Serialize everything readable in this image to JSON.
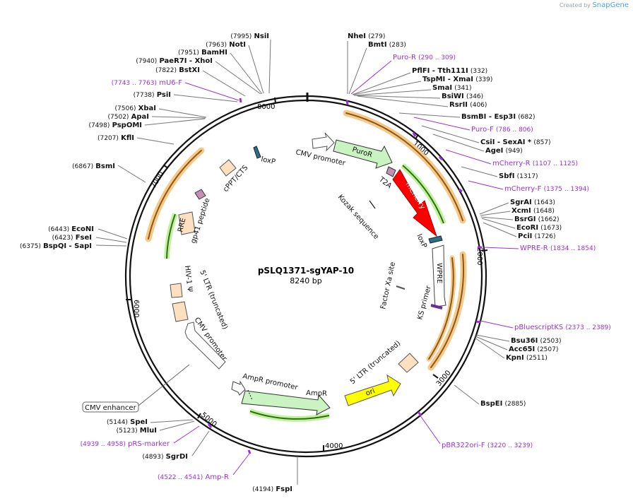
{
  "watermark": {
    "prefix": "Created by",
    "brand": "SnapGene"
  },
  "plasmid": {
    "name": "pSLQ1371-sgYAP-10",
    "size": "8240 bp"
  },
  "tick_labels": [
    "1000",
    "2000",
    "3000",
    "4000",
    "5000",
    "6000",
    "7000",
    "8000"
  ],
  "sites": [
    {
      "id": "nhei",
      "name": "NheI",
      "pos": "(279)",
      "color": "#111111"
    },
    {
      "id": "bmti",
      "name": "BmtI",
      "pos": "(283)",
      "color": "#111111"
    },
    {
      "id": "puror",
      "name": "Puro-R",
      "pos": "(290 .. 309)",
      "color": "#9b30d9"
    },
    {
      "id": "pflfi",
      "name": "PflFI  - Tth111I",
      "pos": "(332)",
      "color": "#111111"
    },
    {
      "id": "tspmi",
      "name": "TspMI  - XmaI",
      "pos": "(339)",
      "color": "#111111"
    },
    {
      "id": "smai",
      "name": "SmaI",
      "pos": "(341)",
      "color": "#111111"
    },
    {
      "id": "bsiwi",
      "name": "BsiWI",
      "pos": "(346)",
      "color": "#111111"
    },
    {
      "id": "rsrii",
      "name": "RsrII",
      "pos": "(406)",
      "color": "#111111"
    },
    {
      "id": "bsmbi",
      "name": "BsmBI  - Esp3I",
      "pos": "(682)",
      "color": "#111111"
    },
    {
      "id": "purof",
      "name": "Puro-F",
      "pos": "(786 .. 806)",
      "color": "#9b30d9"
    },
    {
      "id": "csii",
      "name": "CsiI  - SexAI *",
      "pos": "(857)",
      "color": "#111111"
    },
    {
      "id": "agei",
      "name": "AgeI",
      "pos": "(949)",
      "color": "#111111"
    },
    {
      "id": "mcherryr",
      "name": "mCherry-R",
      "pos": "(1107 .. 1125)",
      "color": "#9b30d9"
    },
    {
      "id": "sbfi",
      "name": "SbfI",
      "pos": "(1317)",
      "color": "#111111"
    },
    {
      "id": "mcherryf",
      "name": "mCherry-F",
      "pos": "(1375 .. 1394)",
      "color": "#9b30d9"
    },
    {
      "id": "sgrai",
      "name": "SgrAI",
      "pos": "(1643)",
      "color": "#111111"
    },
    {
      "id": "xcmi",
      "name": "XcmI",
      "pos": "(1648)",
      "color": "#111111"
    },
    {
      "id": "bsrgi",
      "name": "BsrGI",
      "pos": "(1662)",
      "color": "#111111"
    },
    {
      "id": "ecori",
      "name": "EcoRI",
      "pos": "(1673)",
      "color": "#111111"
    },
    {
      "id": "pcii",
      "name": "PciI",
      "pos": "(1726)",
      "color": "#111111"
    },
    {
      "id": "wprer",
      "name": "WPRE-R",
      "pos": "(1834 .. 1854)",
      "color": "#9b30d9"
    },
    {
      "id": "pbks",
      "name": "pBluescriptKS",
      "pos": "(2373 .. 2389)",
      "color": "#9b30d9"
    },
    {
      "id": "bsu36i",
      "name": "Bsu36I",
      "pos": "(2503)",
      "color": "#111111"
    },
    {
      "id": "acc65i",
      "name": "Acc65I",
      "pos": "(2507)",
      "color": "#111111"
    },
    {
      "id": "kpni",
      "name": "KpnI",
      "pos": "(2511)",
      "color": "#111111"
    },
    {
      "id": "bspei",
      "name": "BspEI",
      "pos": "(2885)",
      "color": "#111111"
    },
    {
      "id": "pbr322",
      "name": "pBR322ori-F",
      "pos": "(3220 .. 3239)",
      "color": "#9b30d9"
    },
    {
      "id": "fspi",
      "name": "FspI",
      "pos": "(4194)",
      "color": "#111111"
    },
    {
      "id": "ampr",
      "name": "Amp-R",
      "pos": "(4522 .. 4541)",
      "color": "#9b30d9"
    },
    {
      "id": "sgrdi",
      "name": "SgrDI",
      "pos": "(4893)",
      "color": "#111111"
    },
    {
      "id": "prsmarker",
      "name": "pRS-marker",
      "pos": "(4939 .. 4958)",
      "color": "#9b30d9"
    },
    {
      "id": "mlui",
      "name": "MluI",
      "pos": "(5123)",
      "color": "#111111"
    },
    {
      "id": "spei",
      "name": "SpeI",
      "pos": "(5144)",
      "color": "#111111"
    },
    {
      "id": "bspqi",
      "name": "BspQI  - SapI",
      "pos": "(6375)",
      "color": "#111111"
    },
    {
      "id": "fsei",
      "name": "FseI",
      "pos": "(6423)",
      "color": "#111111"
    },
    {
      "id": "econi",
      "name": "EcoNI",
      "pos": "(6443)",
      "color": "#111111"
    },
    {
      "id": "bsmi",
      "name": "BsmI",
      "pos": "(6867)",
      "color": "#111111"
    },
    {
      "id": "kfli",
      "name": "KflI",
      "pos": "(7207)",
      "color": "#111111"
    },
    {
      "id": "pspomi",
      "name": "PspOMI",
      "pos": "(7498)",
      "color": "#111111"
    },
    {
      "id": "apai",
      "name": "ApaI",
      "pos": "(7502)",
      "color": "#111111"
    },
    {
      "id": "xbai",
      "name": "XbaI",
      "pos": "(7506)",
      "color": "#111111"
    },
    {
      "id": "psii",
      "name": "PsiI",
      "pos": "(7738)",
      "color": "#111111"
    },
    {
      "id": "mu6f",
      "name": "mU6-F",
      "pos": "(7743 .. 7763)",
      "color": "#9b30d9"
    },
    {
      "id": "bstxi",
      "name": "BstXI",
      "pos": "(7822)",
      "color": "#111111"
    },
    {
      "id": "paer7i",
      "name": "PaeR7I  - XhoI",
      "pos": "(7940)",
      "color": "#111111"
    },
    {
      "id": "bamhi",
      "name": "BamHI",
      "pos": "(7951)",
      "color": "#111111"
    },
    {
      "id": "noti",
      "name": "NotI",
      "pos": "(7963)",
      "color": "#111111"
    },
    {
      "id": "nsii",
      "name": "NsiI",
      "pos": "(7995)",
      "color": "#111111"
    }
  ],
  "features": {
    "cmv_promoter_top": "CMV promoter",
    "puror": "PuroR",
    "t2a": "T2A",
    "mcherry": "mCherry",
    "loxp_right": "loxP",
    "wpre": "WPRE",
    "ks_primer": "KS primer",
    "factor_xa": "Factor Xa site",
    "kozak": "Kozak sequence",
    "ltr5_right": "5' LTR (truncated)",
    "ori": "ori",
    "ampr": "AmpR",
    "ampr_promoter": "AmpR promoter",
    "cmv_enhancer": "CMV enhancer",
    "cmv_promoter_left": "CMV promoter",
    "ltr5_left": "5' LTR (truncated)",
    "hiv_psi": "HIV-1 Ψ",
    "rre": "RRE",
    "gp41": "gp41 peptide",
    "cppt": "cPPT/CTS",
    "loxp_top": "loxP"
  }
}
